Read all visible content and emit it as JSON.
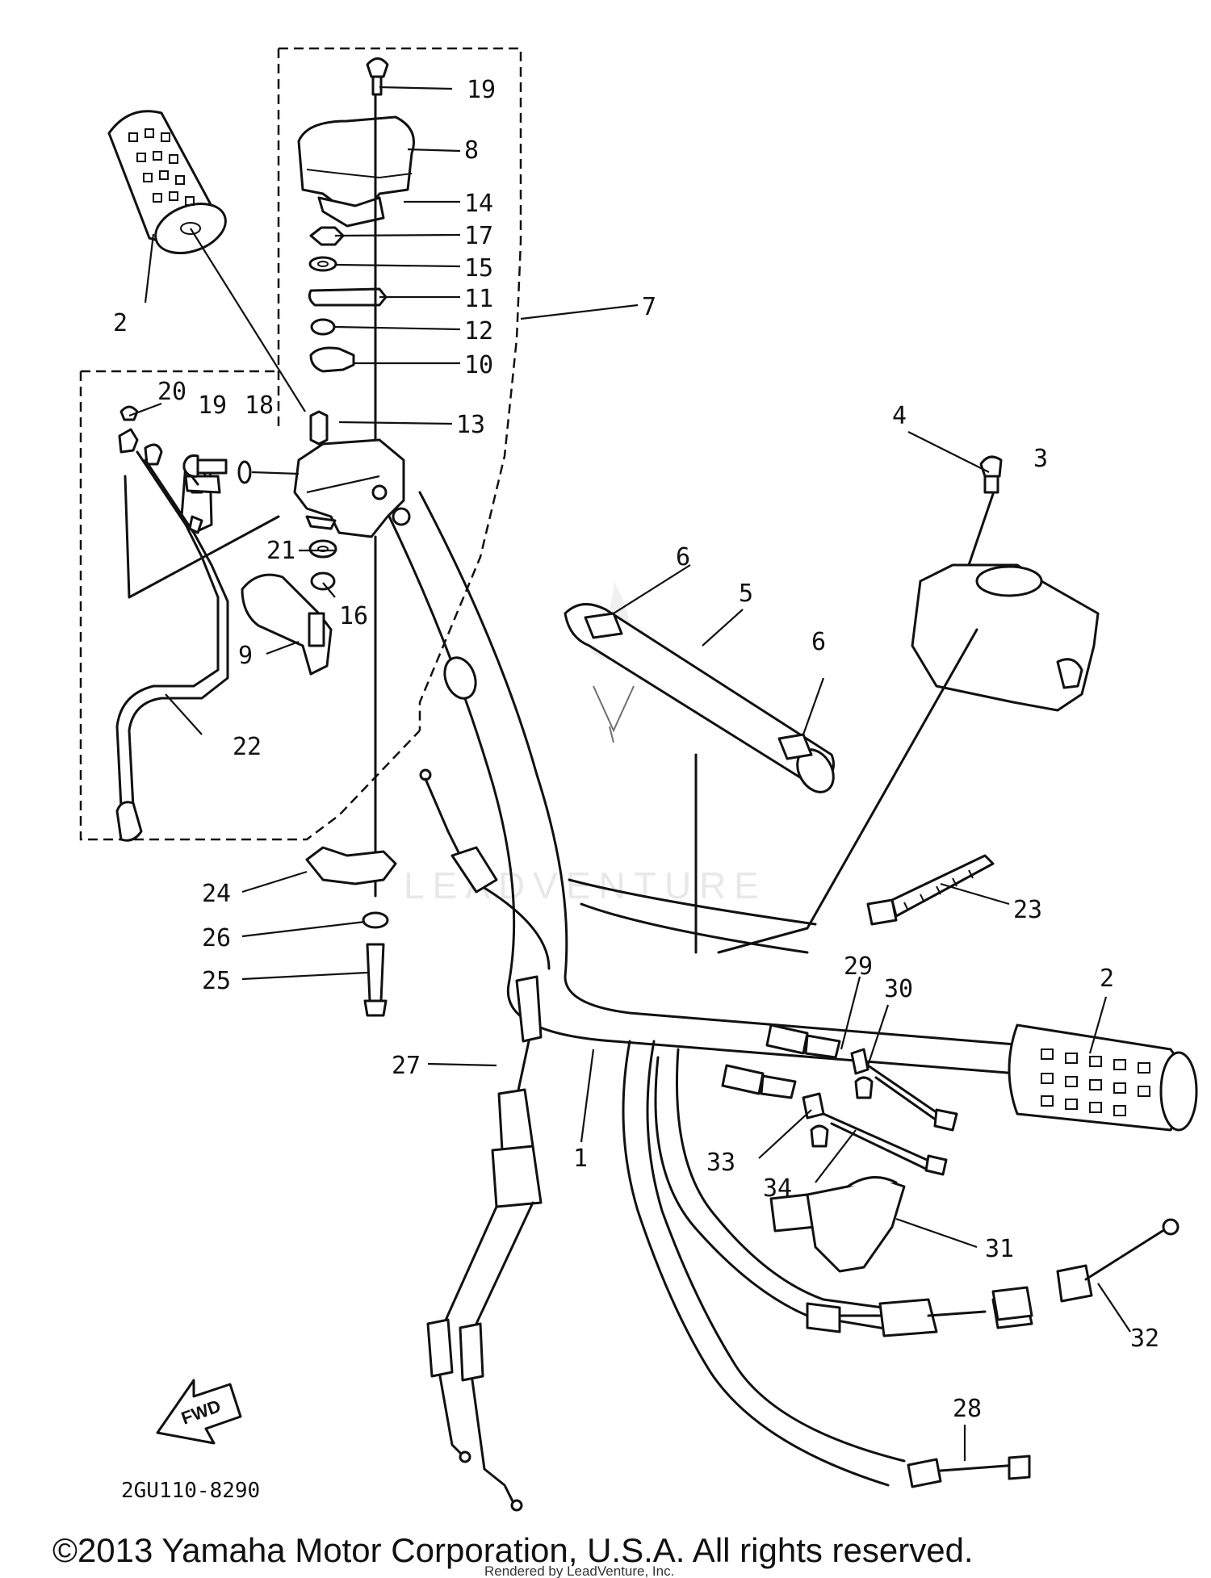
{
  "diagram": {
    "callouts": [
      "1",
      "2",
      "2",
      "3",
      "4",
      "5",
      "6",
      "6",
      "7",
      "8",
      "9",
      "10",
      "11",
      "12",
      "13",
      "14",
      "15",
      "16",
      "17",
      "18",
      "19",
      "19",
      "20",
      "21",
      "22",
      "23",
      "24",
      "25",
      "26",
      "27",
      "28",
      "29",
      "30",
      "31",
      "32",
      "33",
      "34"
    ],
    "diagram_code": "2GU110-8290",
    "fwd_label": "FWD",
    "watermark": "LEADVENTURE",
    "copyright": "©2013 Yamaha Motor Corporation, U.S.A. All rights reserved.",
    "rendered_by": "Rendered by LeadVenture, Inc."
  }
}
